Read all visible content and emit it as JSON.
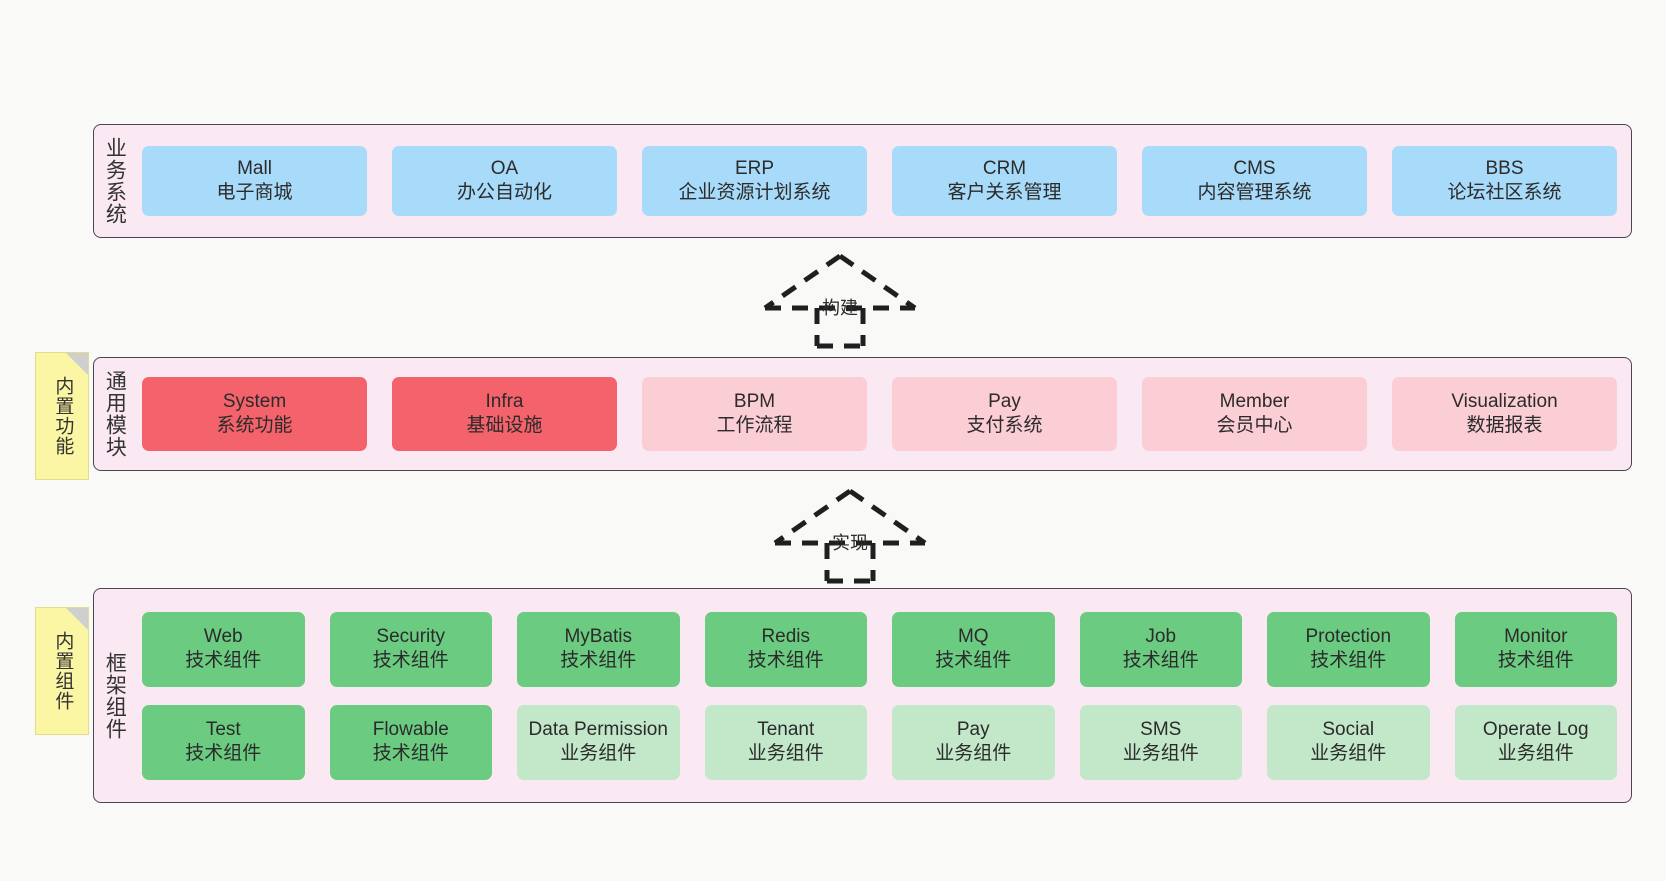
{
  "diagram": {
    "title": "",
    "background_color": "#f9f9f8",
    "panel_color": "#fae9f2",
    "panel_border_color": "#4d4453",
    "note_color": "#fbf6a4"
  },
  "layers": [
    {
      "id": "business",
      "label": "业务系统",
      "note": null,
      "rows": [
        {
          "cells": [
            {
              "name": "Mall",
              "desc": "电子商城",
              "color": "#a8daf9"
            },
            {
              "name": "OA",
              "desc": "办公自动化",
              "color": "#a8daf9"
            },
            {
              "name": "ERP",
              "desc": "企业资源计划系统",
              "color": "#a8daf9"
            },
            {
              "name": "CRM",
              "desc": "客户关系管理",
              "color": "#a8daf9"
            },
            {
              "name": "CMS",
              "desc": "内容管理系统",
              "color": "#a8daf9"
            },
            {
              "name": "BBS",
              "desc": "论坛社区系统",
              "color": "#a8daf9"
            }
          ]
        }
      ]
    },
    {
      "id": "common",
      "label": "通用模块",
      "note": "内置功能",
      "rows": [
        {
          "cells": [
            {
              "name": "System",
              "desc": "系统功能",
              "color": "#f4626b"
            },
            {
              "name": "Infra",
              "desc": "基础设施",
              "color": "#f4626b"
            },
            {
              "name": "BPM",
              "desc": "工作流程",
              "color": "#fbcdd5"
            },
            {
              "name": "Pay",
              "desc": "支付系统",
              "color": "#fbcdd5"
            },
            {
              "name": "Member",
              "desc": "会员中心",
              "color": "#fbcdd5"
            },
            {
              "name": "Visualization",
              "desc": "数据报表",
              "color": "#fbcdd5"
            }
          ]
        }
      ]
    },
    {
      "id": "framework",
      "label": "框架组件",
      "note": "内置组件",
      "rows": [
        {
          "cells": [
            {
              "name": "Web",
              "desc": "技术组件",
              "color": "#6bcc81"
            },
            {
              "name": "Security",
              "desc": "技术组件",
              "color": "#6bcc81"
            },
            {
              "name": "MyBatis",
              "desc": "技术组件",
              "color": "#6bcc81"
            },
            {
              "name": "Redis",
              "desc": "技术组件",
              "color": "#6bcc81"
            },
            {
              "name": "MQ",
              "desc": "技术组件",
              "color": "#6bcc81"
            },
            {
              "name": "Job",
              "desc": "技术组件",
              "color": "#6bcc81"
            },
            {
              "name": "Protection",
              "desc": "技术组件",
              "color": "#6bcc81"
            },
            {
              "name": "Monitor",
              "desc": "技术组件",
              "color": "#6bcc81"
            }
          ]
        },
        {
          "cells": [
            {
              "name": "Test",
              "desc": "技术组件",
              "color": "#6bcc81"
            },
            {
              "name": "Flowable",
              "desc": "技术组件",
              "color": "#6bcc81"
            },
            {
              "name": "Data Permission",
              "desc": "业务组件",
              "color": "#c3e8c9"
            },
            {
              "name": "Tenant",
              "desc": "业务组件",
              "color": "#c3e8c9"
            },
            {
              "name": "Pay",
              "desc": "业务组件",
              "color": "#c3e8c9"
            },
            {
              "name": "SMS",
              "desc": "业务组件",
              "color": "#c3e8c9"
            },
            {
              "name": "Social",
              "desc": "业务组件",
              "color": "#c3e8c9"
            },
            {
              "name": "Operate Log",
              "desc": "业务组件",
              "color": "#c3e8c9"
            }
          ]
        }
      ]
    }
  ],
  "arrows": [
    {
      "id": "build",
      "label": "构建",
      "direction": "up",
      "style": "dashed-generalization"
    },
    {
      "id": "realize",
      "label": "实现",
      "direction": "up",
      "style": "dashed-generalization"
    }
  ]
}
